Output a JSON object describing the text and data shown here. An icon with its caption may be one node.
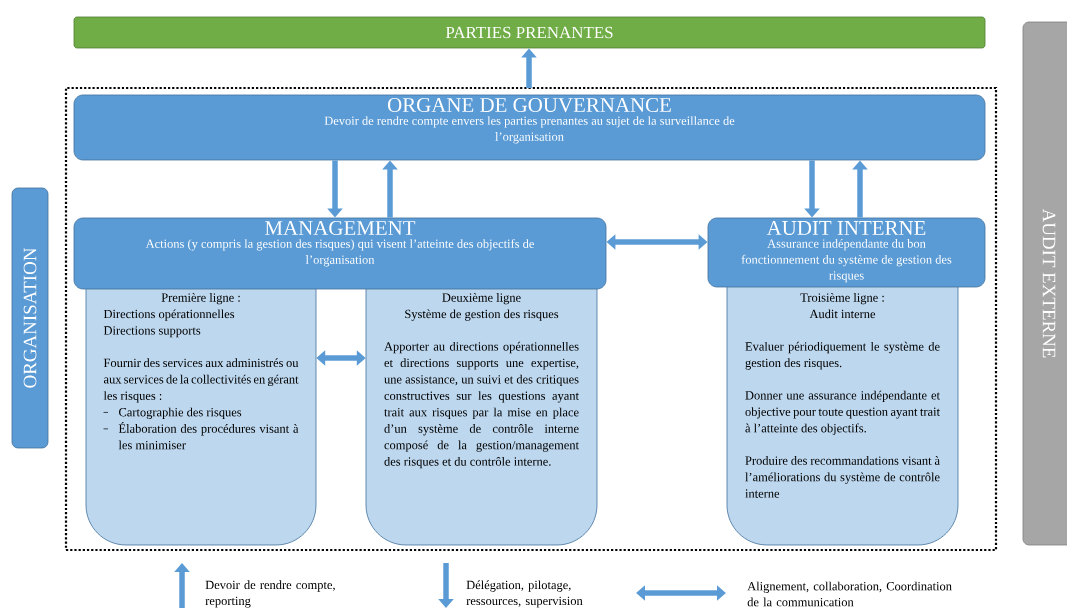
{
  "diagram": {
    "nodes": [
      {
        "text": [
          "PARTIES PRENANTES"
        ]
      },
      {
        "text": [],
        "shape": "box"
      },
      {
        "text": [
          "ORGANE DE GOUVERNANCE",
          "Devoir de rendre compte envers les parties prenantes au sujet de la surveillance de l’organisation"
        ],
        "in": 1
      },
      {
        "text": [
          "MANAGEMENT",
          "Actions (y compris la gestion des risques) qui visent l’atteinte des objectifs de l’organisation"
        ],
        "in": 1
      },
      {
        "text": [
          "Première ligne :",
          "Directions opérationnelles",
          "Directions supports",
          "Fournir des services aux administrés ou aux services de la collectivités en gérant les risques :",
          "Cartographie des risques",
          "Élaboration des procédures visant à les minimiser"
        ],
        "in": 1
      },
      {
        "text": [
          "Deuxième ligne",
          "Système de gestion des risques",
          "Apporter au directions opérationnelles et directions supports une expertise, une assistance, un suivi et des critiques constructives sur les questions ayant trait aux risques par la mise en place d’un système de contrôle interne composé de la gestion/management des risques et du contrôle interne."
        ],
        "in": 1
      },
      {
        "text": [
          "AUDIT INTERNE",
          "Assurance indépendante du bon fonctionnement du système de gestion des risques"
        ],
        "in": 1
      },
      {
        "text": [
          "Troisième ligne :",
          "Audit interne",
          "Evaluer périodiquement le système de gestion des risques.",
          "Donner une assurance indépendante et objective pour toute question ayant trait à l’atteinte des objectifs.",
          "Produire des recommandations visant à l’améliorations du système de contrôle interne"
        ],
        "in": 1
      },
      {
        "text": [
          "ORGANISATION"
        ]
      },
      {
        "text": [
          "AUDIT EXTERNE"
        ]
      }
    ],
    "edges": [
      {
        "from": 1,
        "to": 0,
        "arrow": "to"
      },
      {
        "from": 2,
        "to": 3,
        "arrow": "to"
      },
      {
        "from": 3,
        "to": 2,
        "arrow": "to"
      },
      {
        "from": 2,
        "to": 6,
        "arrow": "to"
      },
      {
        "from": 6,
        "to": 2,
        "arrow": "to"
      },
      {
        "from": 3,
        "to": 6,
        "arrow": "both"
      },
      {
        "from": 4,
        "to": 5,
        "arrow": "both"
      }
    ],
    "legend": [
      {
        "text": "Devoir de rendre compte, reporting"
      },
      {
        "text": "Délégation, pilotage, ressources, supervision"
      },
      {
        "text": "Alignement, collaboration, Coordination de la communication"
      }
    ]
  }
}
